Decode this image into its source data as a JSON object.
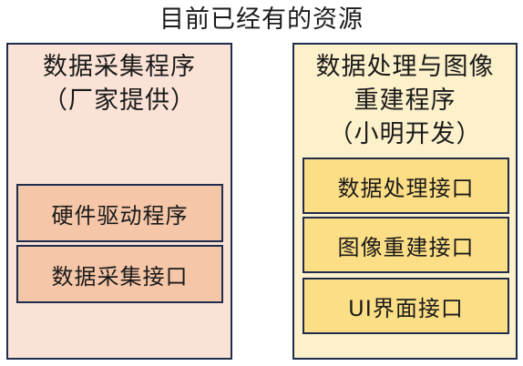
{
  "title": "目前已经有的资源",
  "left_panel": {
    "heading_lines": [
      "数据采集程序",
      "（厂家提供）"
    ],
    "boxes": [
      "硬件驱动程序",
      "数据采集接口"
    ]
  },
  "right_panel": {
    "heading_lines": [
      "数据处理与图像",
      "重建程序",
      "（小明开发）"
    ],
    "boxes": [
      "数据处理接口",
      "图像重建接口",
      "UI界面接口"
    ]
  },
  "colors": {
    "left_panel_bg": "#fae3d6",
    "left_box_bg": "#f5c6a8",
    "right_panel_bg": "#fdf1cc",
    "right_box_bg": "#fcde86",
    "border": "#1f2d4d"
  }
}
